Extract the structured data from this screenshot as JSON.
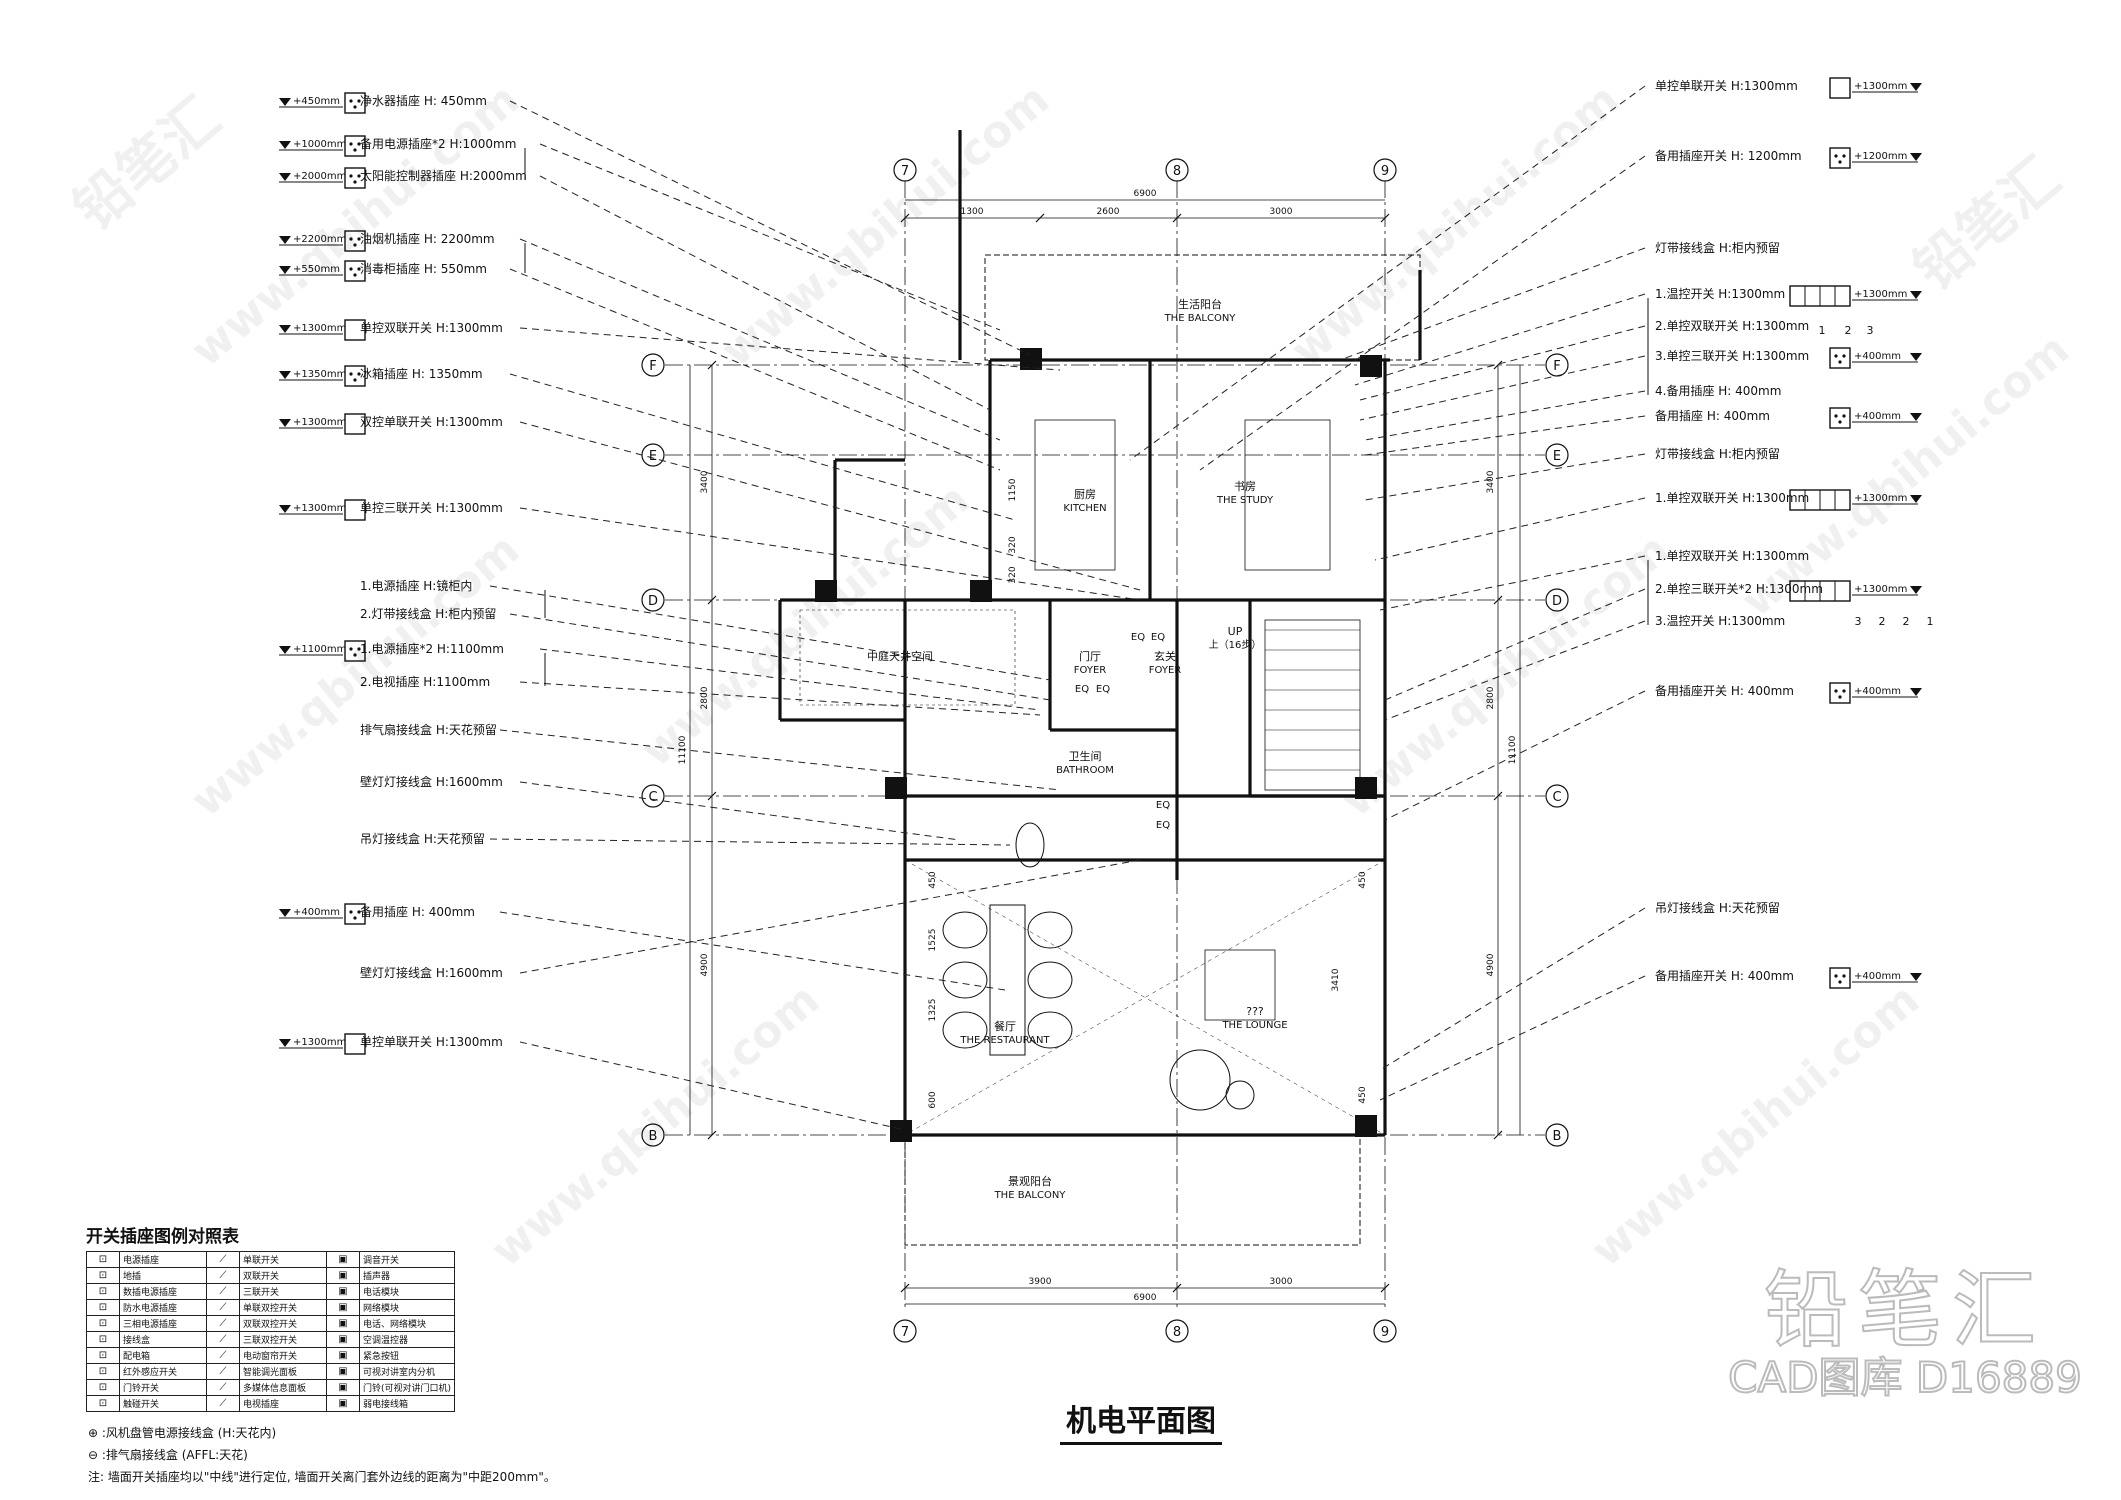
{
  "drawing": {
    "title": "机电平面图",
    "grid_cols": [
      "7",
      "8",
      "9"
    ],
    "grid_rows": [
      "F",
      "E",
      "D",
      "C",
      "B"
    ],
    "top_dims": [
      "1300",
      "2600",
      "3000"
    ],
    "top_total": "6900",
    "bottom_dims": [
      "3900",
      "3000"
    ],
    "bottom_total": "6900",
    "left_dims": [
      "3400",
      "2800",
      "4900"
    ],
    "left_total": "11100",
    "right_dims": [
      "3400",
      "2800",
      "4900"
    ],
    "right_total": "11100",
    "small_dims": [
      "450",
      "1525",
      "1325",
      "600",
      "1150",
      "320",
      "320",
      "3410",
      "450",
      "450"
    ],
    "rooms": [
      {
        "cn": "生活阳台",
        "en": "THE BALCONY"
      },
      {
        "cn": "厨房",
        "en": "KITCHEN"
      },
      {
        "cn": "书房",
        "en": "THE STUDY"
      },
      {
        "cn": "中庭天井空间",
        "en": ""
      },
      {
        "cn": "卫生间",
        "en": "BATHROOM"
      },
      {
        "cn": "门厅",
        "en": "FOYER"
      },
      {
        "cn": "玄关",
        "en": "FOYER"
      },
      {
        "cn": "UP",
        "en": "上（16步）"
      },
      {
        "cn": "???",
        "en": "THE LOUNGE"
      },
      {
        "cn": "餐厅",
        "en": "THE RESTAURANT"
      },
      {
        "cn": "景观阳台",
        "en": "THE BALCONY"
      }
    ],
    "eq_labels": [
      "EQ",
      "EQ",
      "EQ",
      "EQ",
      "EQ",
      "EQ"
    ]
  },
  "left_callouts": [
    {
      "tag": "+450mm",
      "label": "净水器插座 H: 450mm"
    },
    {
      "tag": "+1000mm",
      "label": "备用电源插座*2 H:1000mm"
    },
    {
      "tag": "+2000mm",
      "label": "太阳能控制器插座 H:2000mm"
    },
    {
      "tag": "+2200mm",
      "label": "油烟机插座 H: 2200mm"
    },
    {
      "tag": "+550mm",
      "label": "消毒柜插座 H: 550mm"
    },
    {
      "tag": "+1300mm",
      "label": "单控双联开关 H:1300mm"
    },
    {
      "tag": "+1350mm",
      "label": "冰箱插座 H: 1350mm"
    },
    {
      "tag": "+1300mm",
      "label": "双控单联开关 H:1300mm"
    },
    {
      "tag": "+1300mm",
      "label": "单控三联开关 H:1300mm"
    },
    {
      "tag": "",
      "label": "1.电源插座 H:镜柜内"
    },
    {
      "tag": "",
      "label": "2.灯带接线盒 H:柜内预留"
    },
    {
      "tag": "+1100mm",
      "label": "1.电源插座*2 H:1100mm"
    },
    {
      "tag": "",
      "label": "2.电视插座 H:1100mm"
    },
    {
      "tag": "",
      "label": "排气扇接线盒 H:天花预留"
    },
    {
      "tag": "",
      "label": "壁灯灯接线盒 H:1600mm"
    },
    {
      "tag": "",
      "label": "吊灯接线盒 H:天花预留"
    },
    {
      "tag": "+400mm",
      "label": "备用插座 H: 400mm"
    },
    {
      "tag": "",
      "label": "壁灯灯接线盒 H:1600mm"
    },
    {
      "tag": "+1300mm",
      "label": "单控单联开关 H:1300mm"
    }
  ],
  "right_callouts": [
    {
      "tag": "+1300mm",
      "label": "单控单联开关 H:1300mm"
    },
    {
      "tag": "+1200mm",
      "label": "备用插座开关 H: 1200mm"
    },
    {
      "tag": "",
      "label": "灯带接线盒 H:柜内预留"
    },
    {
      "tag": "+1300mm",
      "label": "1.温控开关 H:1300mm"
    },
    {
      "tag": "",
      "label": "2.单控双联开关 H:1300mm"
    },
    {
      "tag": "+400mm",
      "label": "3.单控三联开关 H:1300mm"
    },
    {
      "tag": "",
      "label": "4.备用插座 H: 400mm"
    },
    {
      "tag": "+400mm",
      "label": "备用插座 H: 400mm"
    },
    {
      "tag": "",
      "label": "灯带接线盒 H:柜内预留"
    },
    {
      "tag": "+1300mm",
      "label": "1.单控双联开关 H:1300mm"
    },
    {
      "tag": "",
      "label": "1.单控双联开关 H:1300mm"
    },
    {
      "tag": "+1300mm",
      "label": "2.单控三联开关*2 H:1300mm"
    },
    {
      "tag": "",
      "label": "3.温控开关 H:1300mm"
    },
    {
      "tag": "+400mm",
      "label": "备用插座开关 H: 400mm"
    },
    {
      "tag": "",
      "label": "吊灯接线盒 H:天花预留"
    },
    {
      "tag": "+400mm",
      "label": "备用插座开关 H: 400mm"
    }
  ],
  "symbol_group_numbers": [
    "1",
    "2",
    "3",
    "3",
    "2",
    "2",
    "1"
  ],
  "legend": {
    "title": "开关插座图例对照表",
    "rows": [
      [
        "电源插座",
        "单联开关",
        "调音开关"
      ],
      [
        "地插",
        "双联开关",
        "插声器"
      ],
      [
        "数插电源插座",
        "三联开关",
        "电话模块"
      ],
      [
        "防水电源插座",
        "单联双控开关",
        "网络模块"
      ],
      [
        "三相电源插座",
        "双联双控开关",
        "电话、网络模块"
      ],
      [
        "接线盒",
        "三联双控开关",
        "空调温控器"
      ],
      [
        "配电箱",
        "电动窗帘开关",
        "紧急按钮"
      ],
      [
        "红外感应开关",
        "智能调光面板",
        "可视对讲室内分机"
      ],
      [
        "门铃开关",
        "多媒体信息面板",
        "门铃(可视对讲门口机)"
      ],
      [
        "触碰开关",
        "电视插座",
        "弱电接线箱"
      ]
    ]
  },
  "notes": [
    ":风机盘管电源接线盒 (H:天花内)",
    ":排气扇接线盒 (AFFL:天花)",
    "注: 墙面开关插座均以\"中线\"进行定位, 墙面开关离门套外边线的距离为\"中距200mm\"。"
  ],
  "watermark": {
    "brand": "铅笔汇",
    "site": "www.qbihui.com",
    "big_title": "铅笔汇",
    "big_sub": "CAD图库 D16889"
  }
}
